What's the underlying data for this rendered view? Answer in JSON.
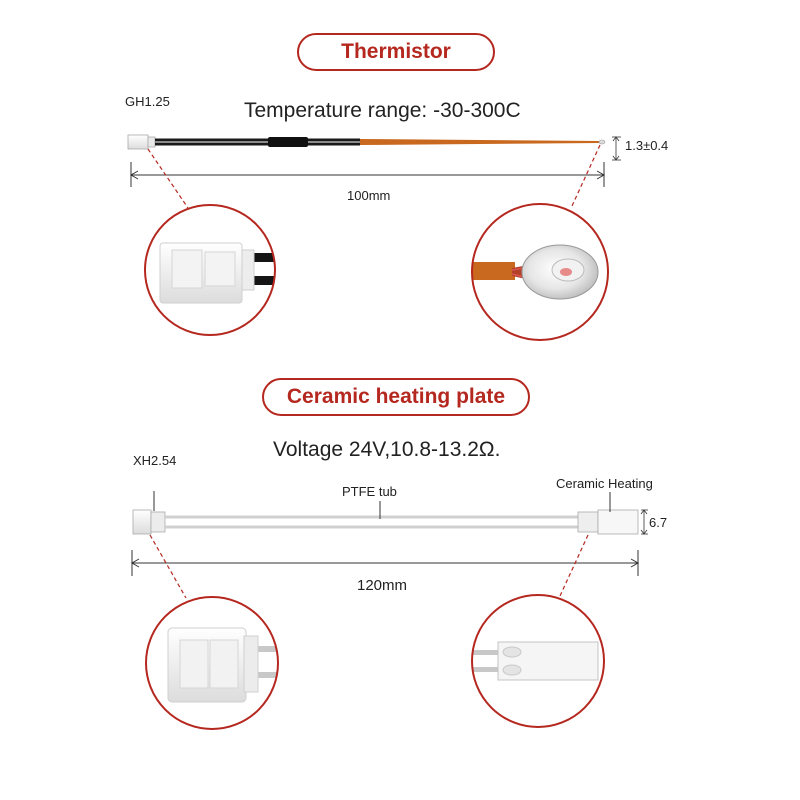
{
  "thermistor": {
    "title": "Thermistor",
    "spec": "Temperature range: -30-300C",
    "connector_label": "GH1.25",
    "length_label": "100mm",
    "tip_label": "1.3±0.4"
  },
  "heater": {
    "title": "Ceramic heating plate",
    "spec": "Voltage 24V,10.8-13.2Ω.",
    "connector_label": "XH2.54",
    "tube_label": "PTFE tub",
    "plate_label": "Ceramic Heating",
    "length_label": "120mm",
    "width_label": "6.7"
  },
  "colors": {
    "accent": "#b5281f",
    "copper": "#c9691f",
    "cable": "#1a1a1a",
    "dim_line": "#333333"
  }
}
